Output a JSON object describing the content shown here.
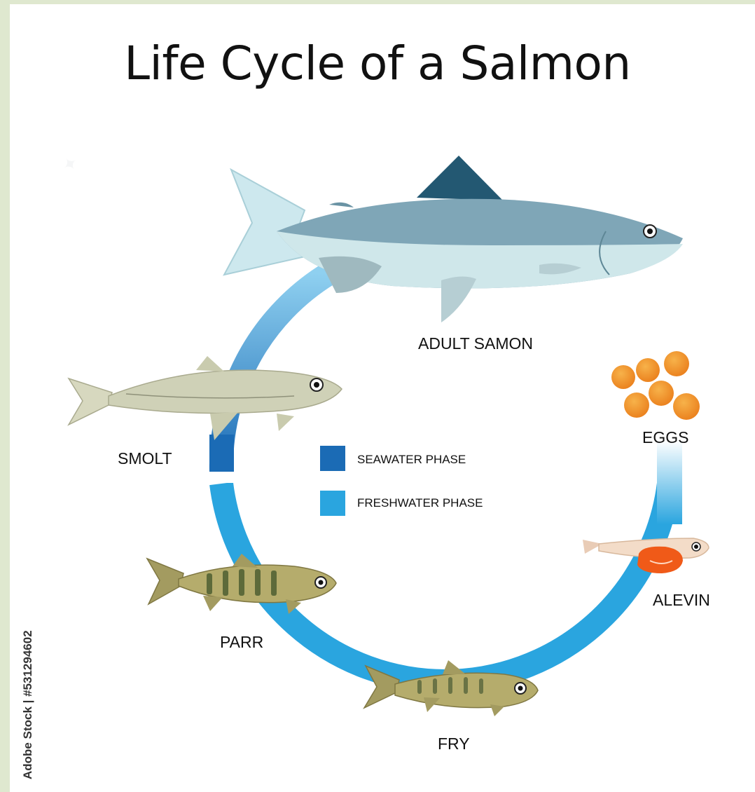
{
  "title": "Life Cycle of a Salmon",
  "stages": {
    "adult": "ADULT SAMON",
    "eggs": "EGGS",
    "alevin": "ALEVIN",
    "fry": "FRY",
    "parr": "PARR",
    "smolt": "SMOLT"
  },
  "legend": {
    "seawater": "SEAWATER PHASE",
    "freshwater": "FRESHWATER PHASE"
  },
  "credit": "Adobe Stock | #531294602",
  "colors": {
    "seawater": "#1b6bb5",
    "freshwater": "#2aa5df",
    "background": "#dfe8cf"
  }
}
